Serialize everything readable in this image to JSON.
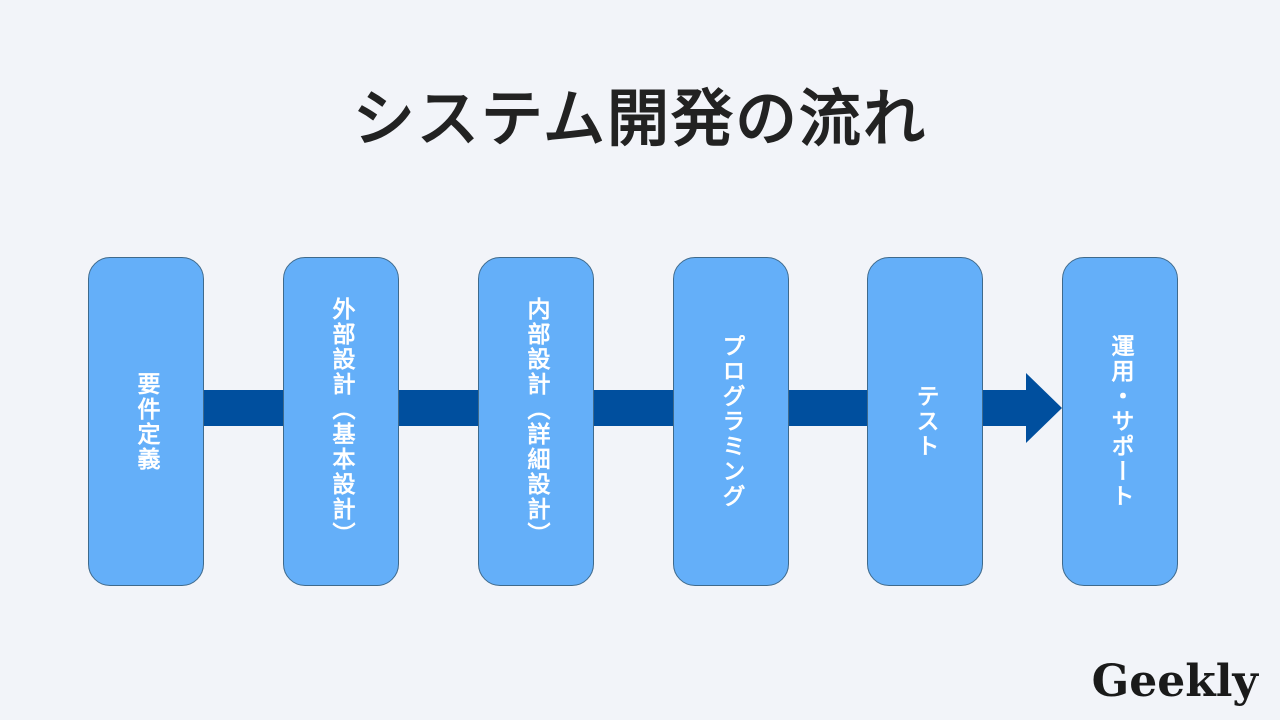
{
  "title": "システム開発の流れ",
  "steps": [
    {
      "label": "要件定義"
    },
    {
      "label": "外部設計（基本設計）"
    },
    {
      "label": "内部設計（詳細設計）"
    },
    {
      "label": "プログラミング"
    },
    {
      "label": "テスト"
    },
    {
      "label": "運用・サポート"
    }
  ],
  "colors": {
    "box": "#64aff9",
    "arrow": "#004f9e",
    "background": "#f2f4f9"
  },
  "logo": "Geekly"
}
